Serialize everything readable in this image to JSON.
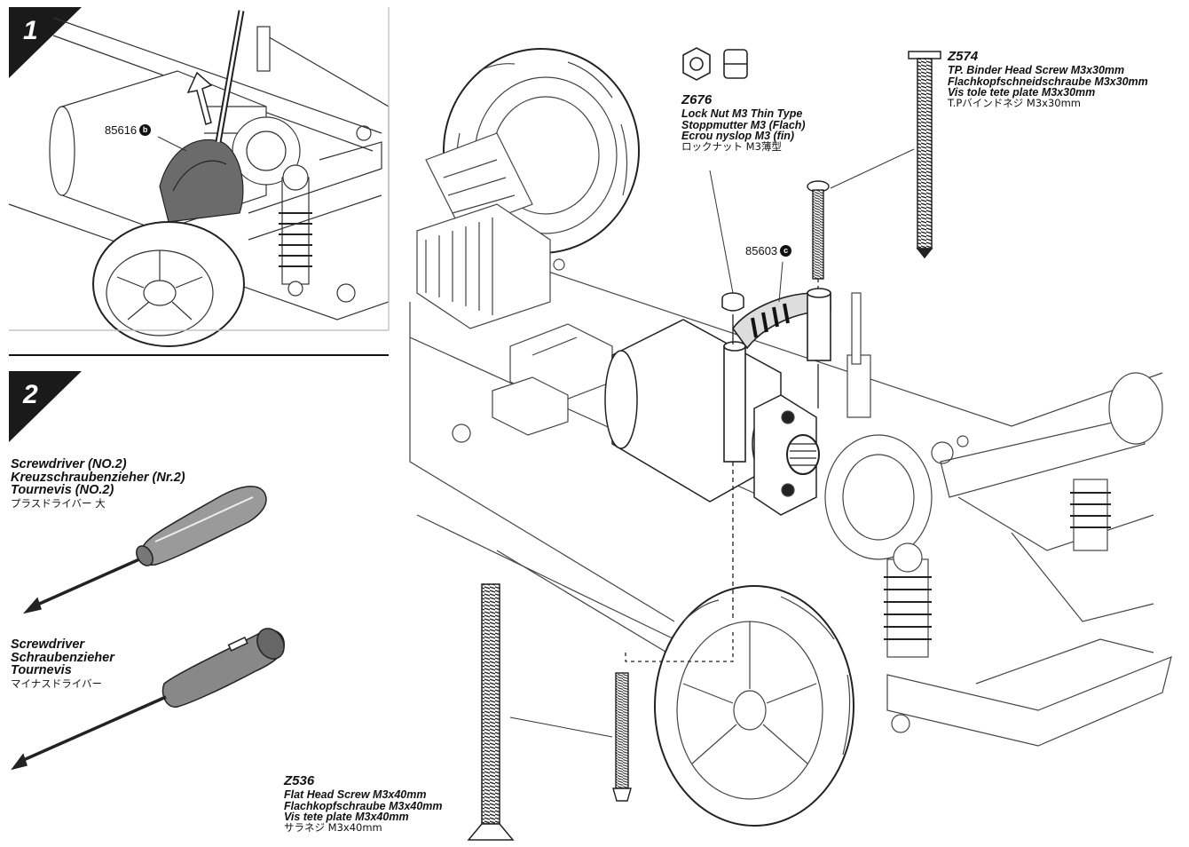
{
  "steps": [
    {
      "number": "1"
    },
    {
      "number": "2"
    }
  ],
  "tools": [
    {
      "labels": [
        "Screwdriver (NO.2)",
        "Kreuzschraubenzieher (Nr.2)",
        "Tournevis (NO.2)",
        "プラスドライバー 大"
      ]
    },
    {
      "labels": [
        "Screwdriver",
        "Schraubenzieher",
        "Tournevis",
        "マイナスドライバー"
      ]
    }
  ],
  "parts": {
    "z676": {
      "code": "Z676",
      "lines": [
        "Lock Nut M3 Thin Type",
        "Stoppmutter M3 (Flach)",
        "Ecrou nyslop M3 (fin)",
        "ロックナット M3薄型"
      ]
    },
    "z574": {
      "code": "Z574",
      "lines": [
        "TP. Binder Head Screw M3x30mm",
        "Flachkopfschneidschraube M3x30mm",
        "Vis tole tete plate M3x30mm",
        "T.Pバインドネジ M3x30mm"
      ]
    },
    "z536": {
      "code": "Z536",
      "lines": [
        "Flat Head Screw M3x40mm",
        "Flachkopfschraube M3x40mm",
        "Vis tete plate M3x40mm",
        "サラネジ M3x40mm"
      ]
    }
  },
  "refs": [
    {
      "number": "85616",
      "badge": "b"
    },
    {
      "number": "85603",
      "badge": "c"
    }
  ]
}
